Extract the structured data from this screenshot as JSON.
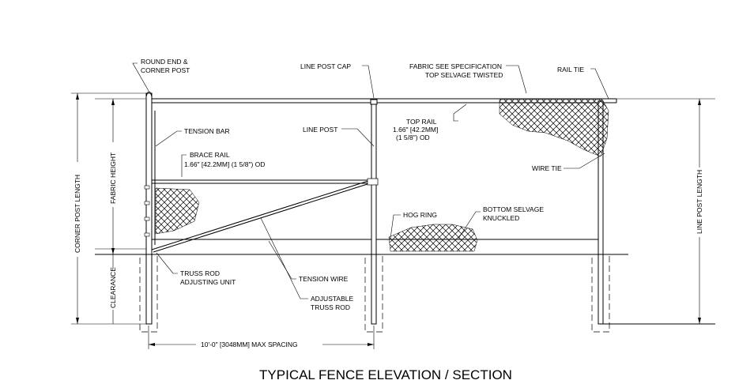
{
  "title": "TYPICAL FENCE ELEVATION / SECTION",
  "labels": {
    "round_end_1": "ROUND END &",
    "round_end_2": "CORNER POST",
    "line_post_cap": "LINE POST CAP",
    "fabric_spec_1": "FABRIC SEE SPECIFICATION",
    "fabric_spec_2": "TOP SELVAGE TWISTED",
    "rail_tie": "RAIL TIE",
    "tension_bar": "TENSION BAR",
    "line_post": "LINE POST",
    "top_rail_1": "TOP RAIL",
    "top_rail_2": "1.66\" [42.2MM]",
    "top_rail_3": "(1 5/8\") OD",
    "brace_rail_1": "BRACE RAIL",
    "brace_rail_2": "1.66\" [42.2MM] (1 5/8\") OD",
    "wire_tie": "WIRE TIE",
    "hog_ring": "HOG RING",
    "bottom_selvage_1": "BOTTOM SELVAGE",
    "bottom_selvage_2": "KNUCKLED",
    "truss_adj_1": "TRUSS ROD",
    "truss_adj_2": "ADJUSTING UNIT",
    "tension_wire": "TENSION WIRE",
    "adj_truss_1": "ADJUSTABLE",
    "adj_truss_2": "TRUSS ROD",
    "spacing": "10'-0\" [3048MM] MAX SPACING"
  },
  "dimensions": {
    "corner_post_length": "CORNER POST LENGTH",
    "fabric_height": "FABRIC HEIGHT",
    "clearance": "CLEARANCE",
    "line_post_length": "LINE POST LENGTH"
  }
}
